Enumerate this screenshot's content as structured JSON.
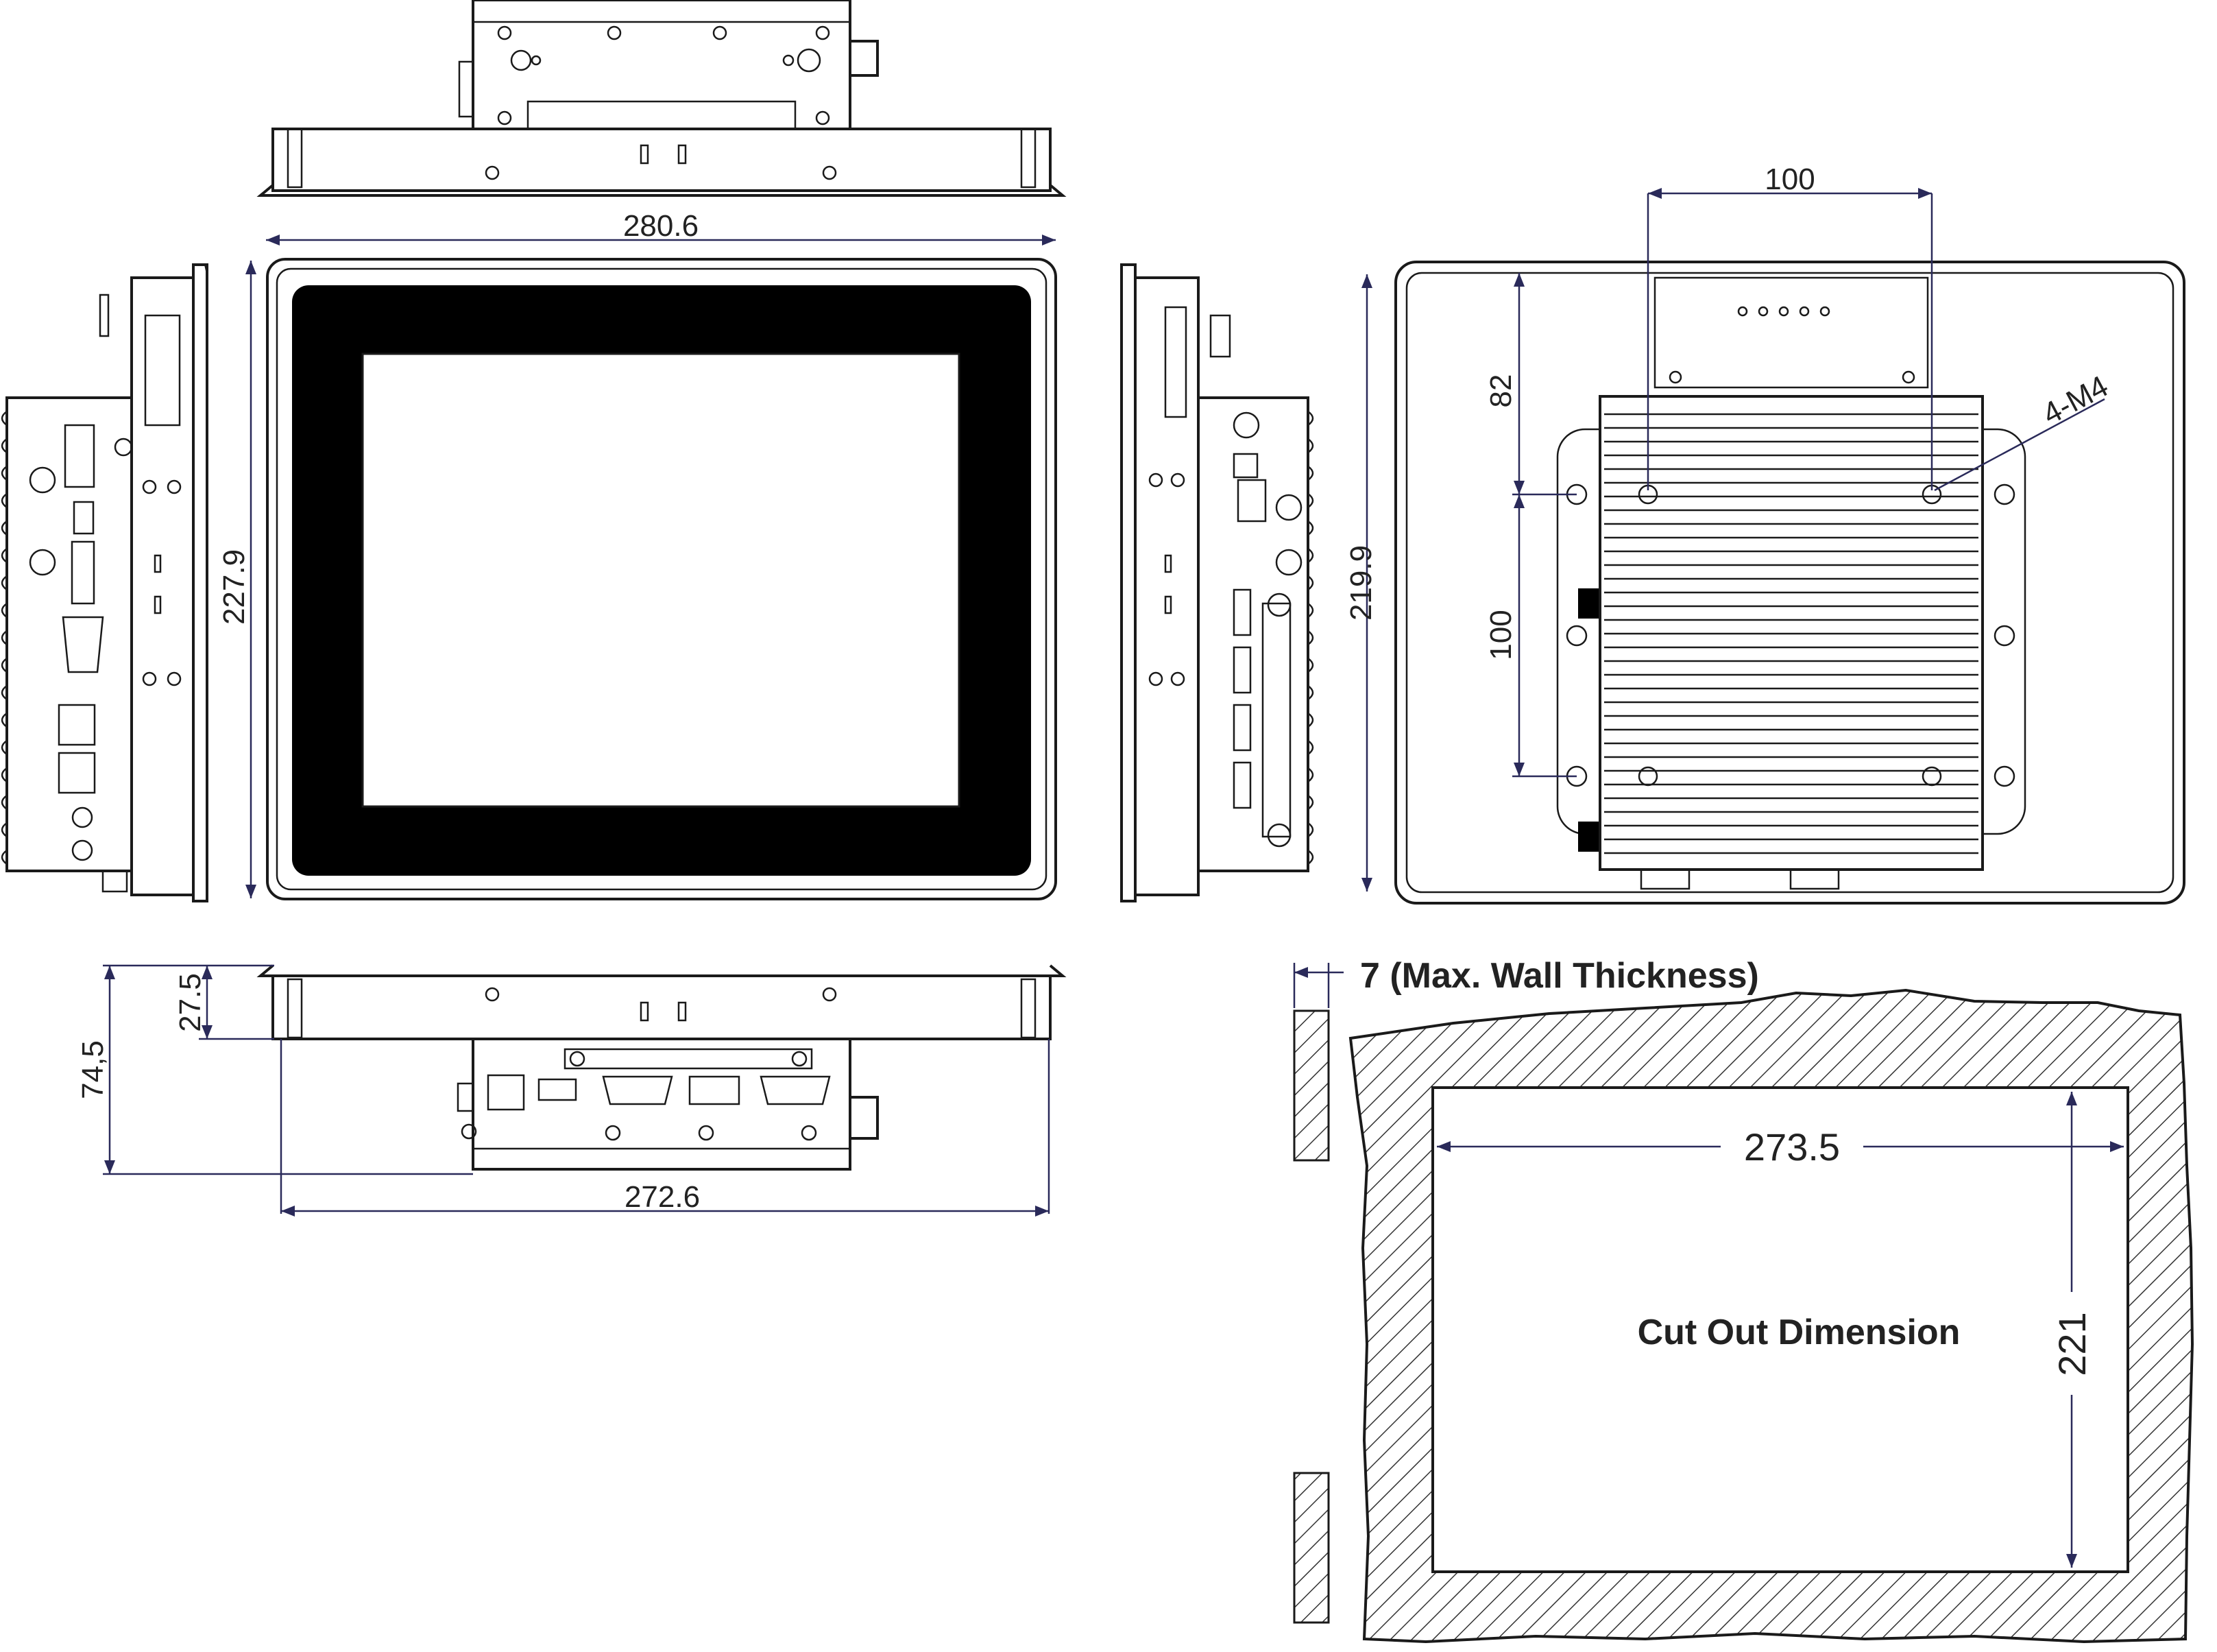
{
  "dimensions": {
    "front_width": "280.6",
    "front_height": "227.9",
    "side_height": "219.9",
    "bottom_depth_bezel": "27.5",
    "bottom_depth_total": "74,5",
    "bottom_width": "272.6",
    "vesa_horizontal": "100",
    "vesa_vertical": "100",
    "vesa_offset_top": "82",
    "mount_screws": "4-M4"
  },
  "cutout": {
    "wall_thickness_label": "7 (Max. Wall Thickness)",
    "width": "273.5",
    "height": "221",
    "title": "Cut Out Dimension"
  },
  "colors": {
    "line": "#1a1a1a",
    "dimension_line": "#2a2a5a",
    "screen_bezel": "#000000",
    "background": "#ffffff"
  }
}
